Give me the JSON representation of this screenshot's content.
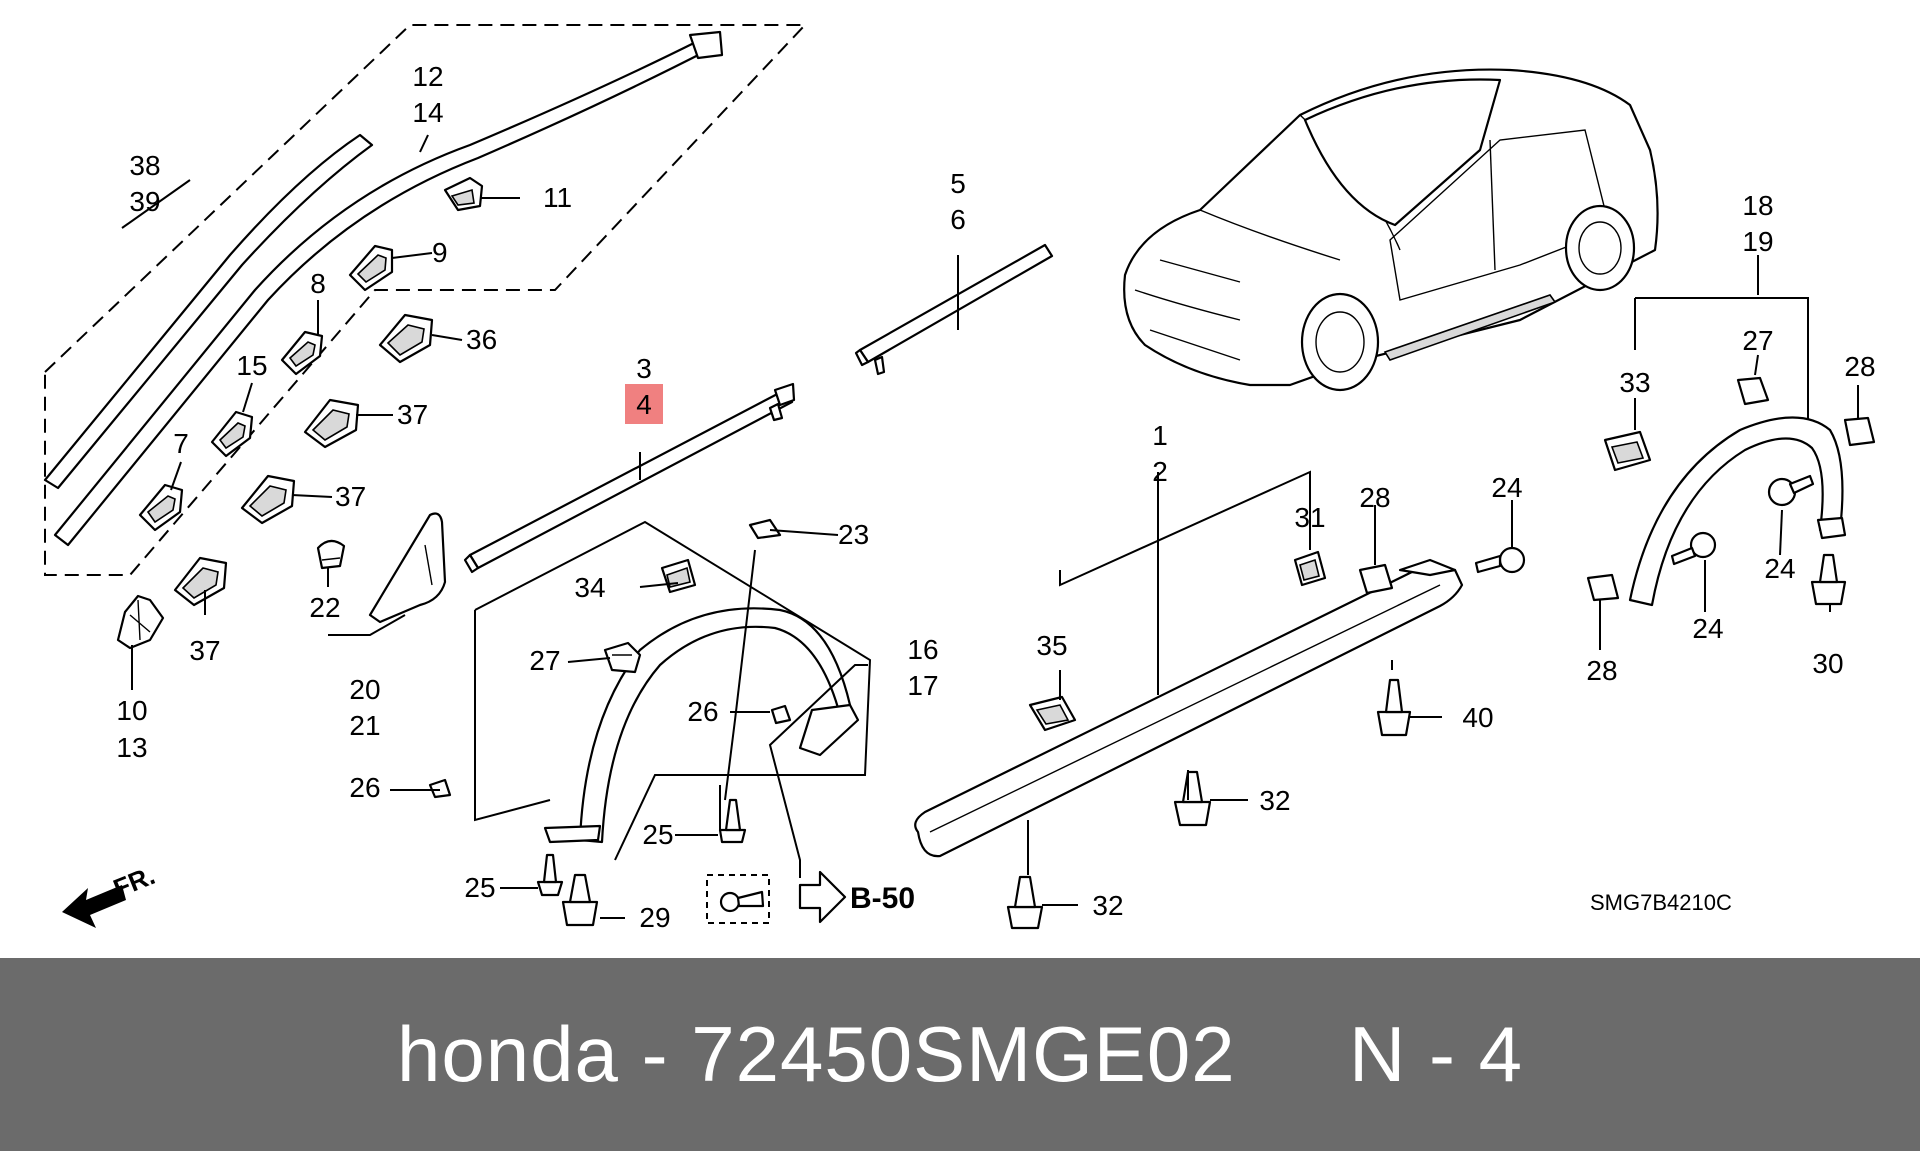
{
  "diagram": {
    "callouts": {
      "c1": "1",
      "c2": "2",
      "c3": "3",
      "c4": "4",
      "c5": "5",
      "c6": "6",
      "c7": "7",
      "c8": "8",
      "c9": "9",
      "c10": "10",
      "c11": "11",
      "c12": "12",
      "c13": "13",
      "c14": "14",
      "c15": "15",
      "c16": "16",
      "c17": "17",
      "c18": "18",
      "c19": "19",
      "c20": "20",
      "c21": "21",
      "c22": "22",
      "c23": "23",
      "c24a": "24",
      "c24b": "24",
      "c24c": "24",
      "c25a": "25",
      "c25b": "25",
      "c26a": "26",
      "c26b": "26",
      "c27a": "27",
      "c27b": "27",
      "c28a": "28",
      "c28b": "28",
      "c28c": "28",
      "c29": "29",
      "c30": "30",
      "c31": "31",
      "c32a": "32",
      "c32b": "32",
      "c33": "33",
      "c34": "34",
      "c35": "35",
      "c36": "36",
      "c37a": "37",
      "c37b": "37",
      "c37c": "37",
      "c38": "38",
      "c39": "39",
      "c40": "40"
    },
    "reference": "B-50",
    "front_label": "FR.",
    "diagram_code": "SMG7B4210C",
    "highlight_color": "#f08080"
  },
  "footer": {
    "title": "honda - 72450SMGE02     N - 4",
    "background": "#6b6b6b",
    "text_color": "#ffffff"
  }
}
